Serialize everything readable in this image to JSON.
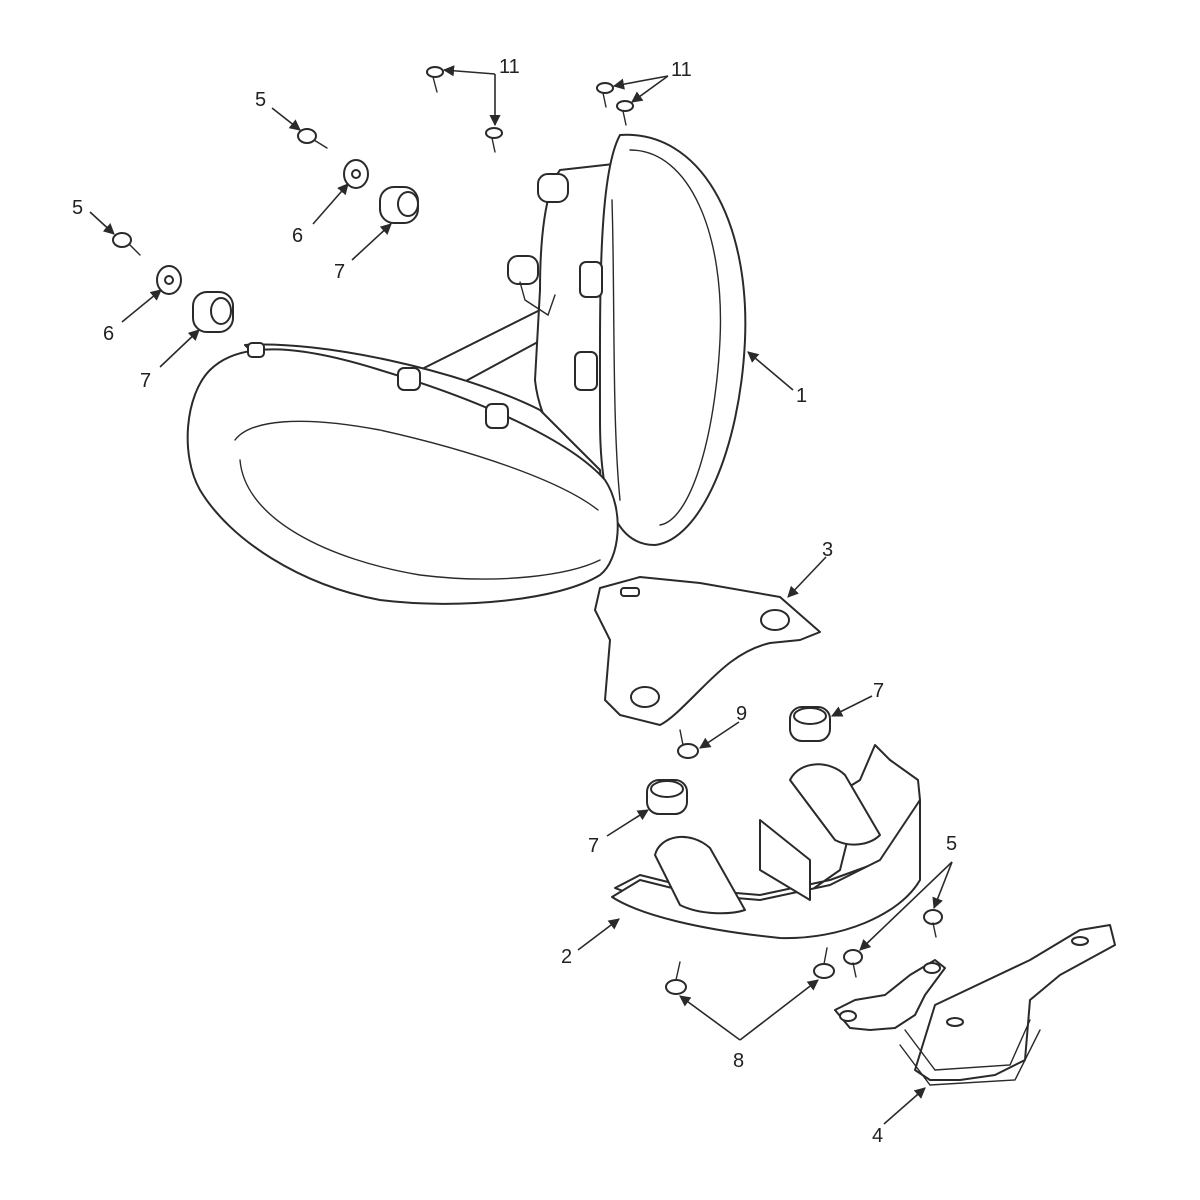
{
  "diagram": {
    "callouts": [
      "1",
      "2",
      "3",
      "4",
      "5",
      "6",
      "7",
      "8",
      "9",
      "11"
    ]
  },
  "colors": {
    "line": "#2a2a2a",
    "background": "#ffffff",
    "text": "#222222"
  }
}
